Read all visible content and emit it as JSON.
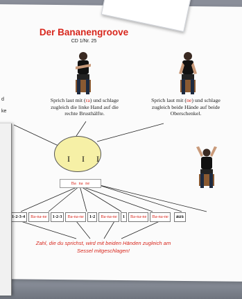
{
  "title": "Der Bananengroove",
  "cd_ref": "CD 1/Nr. 25",
  "caption_left": {
    "pre": "Sprich laut mit (",
    "syl": "ra",
    "post": ") und schlage zugleich die linke Hand auf die rechte Brusthälfte."
  },
  "caption_right": {
    "pre": "Sprich laut mit (",
    "syl": "ne",
    "post": ") und schlage zugleich beide Hände auf beide Oberschenkel."
  },
  "edge_text_1": "d",
  "edge_text_2": "ke",
  "bars": "I I I",
  "banane": [
    "Ba",
    "na",
    "ne"
  ],
  "rhythm_row": [
    {
      "text": "1-2-3-4",
      "kind": "count"
    },
    {
      "text": "Ba-na-ne",
      "kind": "syl"
    },
    {
      "text": "1-2-3",
      "kind": "count"
    },
    {
      "text": "Ba-na-ne",
      "kind": "syl"
    },
    {
      "text": "1-2",
      "kind": "count"
    },
    {
      "text": "Ba-na-ne",
      "kind": "syl"
    },
    {
      "text": "1",
      "kind": "count"
    },
    {
      "text": "Ba-na-ne",
      "kind": "syl"
    },
    {
      "text": "Ba-na-ne",
      "kind": "syl"
    },
    {
      "text": "aus",
      "kind": "aus"
    }
  ],
  "bottom_line1_pre": "Zahl, die du sprichst, wird mit ",
  "bottom_line1_em": "beiden Händen zugleich",
  "bottom_line1_post": " am",
  "bottom_line2": "Sessel  mitgeschlagen!"
}
